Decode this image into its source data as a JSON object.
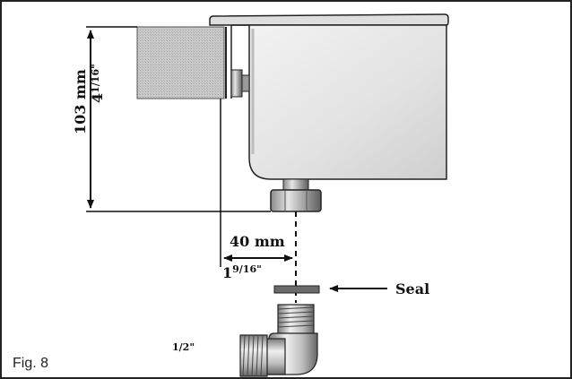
{
  "figure": {
    "caption": "Fig. 8",
    "height_mm": "103 mm",
    "height_in": "4",
    "height_in_frac": "1/16\"",
    "offset_mm": "40 mm",
    "offset_in": "1",
    "offset_in_frac": "9/16\"",
    "seal_label": "Seal",
    "elbow_size": "1/2\""
  },
  "colors": {
    "frame": "#222222",
    "metal_light": "#e8e8e8",
    "metal_mid": "#bdbdbd",
    "metal_dark": "#6b6b6b",
    "ink": "#111111"
  }
}
